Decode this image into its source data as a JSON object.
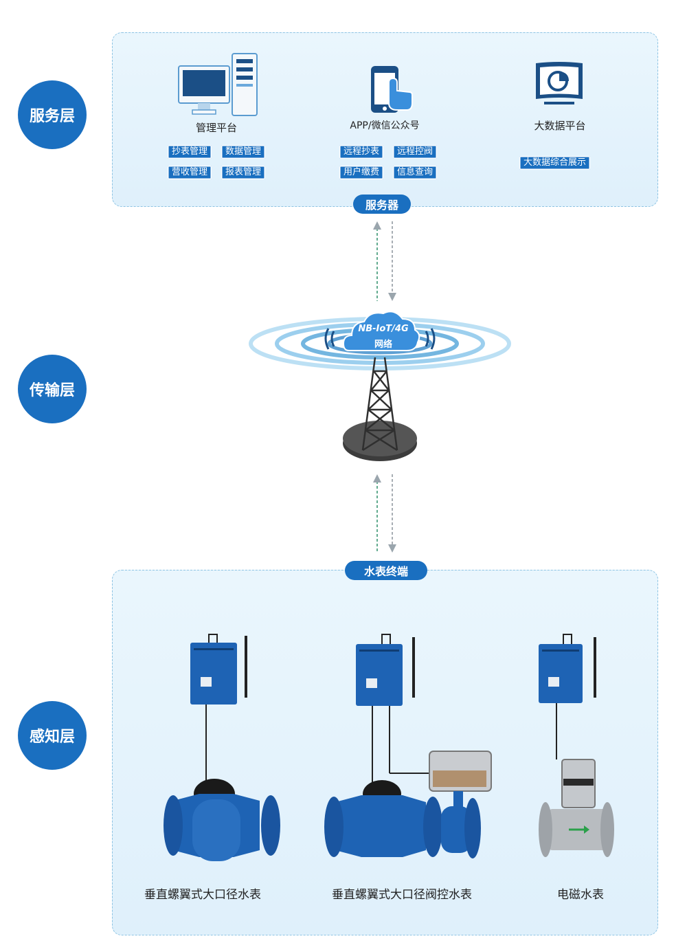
{
  "layers": {
    "service": "服务层",
    "transport": "传输层",
    "perception": "感知层"
  },
  "service_panel": {
    "server_label": "服务器",
    "platforms": [
      {
        "name": "管理平台",
        "tags": [
          "抄表管理",
          "数据管理",
          "营收管理",
          "报表管理"
        ]
      },
      {
        "name": "APP/微信公众号",
        "tags": [
          "远程抄表",
          "远程控阀",
          "用户缴费",
          "信息查询"
        ]
      },
      {
        "name": "大数据平台",
        "tags": [
          "大数据综合展示"
        ]
      }
    ]
  },
  "network": {
    "line1": "NB-IoT/4G",
    "line2": "网络"
  },
  "terminal_panel": {
    "title": "水表终端",
    "meters": [
      "垂直螺翼式大口径水表",
      "垂直螺翼式大口径阀控水表",
      "电磁水表"
    ]
  },
  "colors": {
    "primary": "#1a6fc0",
    "panel_bg": "#e4f3fc",
    "panel_border": "#8cc3e3",
    "arrow_up": "#2f8f6a"
  },
  "icons": [
    "desktop-computer-icon",
    "smartphone-touch-icon",
    "pie-chart-screen-icon"
  ]
}
